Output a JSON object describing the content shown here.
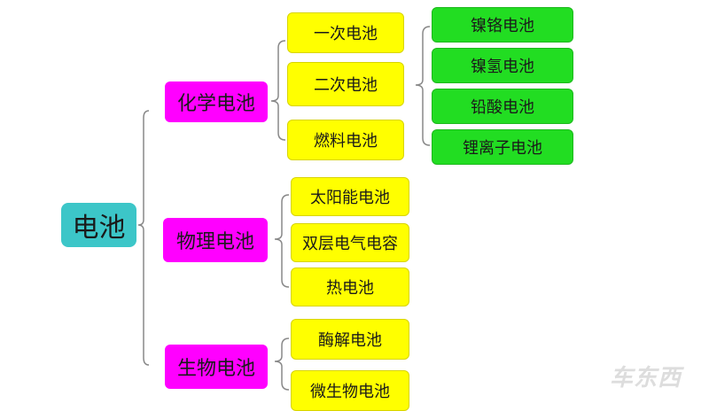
{
  "root": {
    "label": "电池"
  },
  "categories": [
    {
      "label": "化学电池",
      "children": [
        "一次电池",
        "二次电池",
        "燃料电池"
      ]
    },
    {
      "label": "物理电池",
      "children": [
        "太阳能电池",
        "双层电气电容",
        "热电池"
      ]
    },
    {
      "label": "生物电池",
      "children": [
        "酶解电池",
        "微生物电池"
      ]
    }
  ],
  "secondary_batteries": [
    "镍铬电池",
    "镍氢电池",
    "铅酸电池",
    "锂离子电池"
  ],
  "watermark": "车东西",
  "colors": {
    "root": "#3cc6c8",
    "category": "#ff00ff",
    "subtype": "#ffff00",
    "secondary": "#22dd22",
    "connector": "#888888"
  }
}
